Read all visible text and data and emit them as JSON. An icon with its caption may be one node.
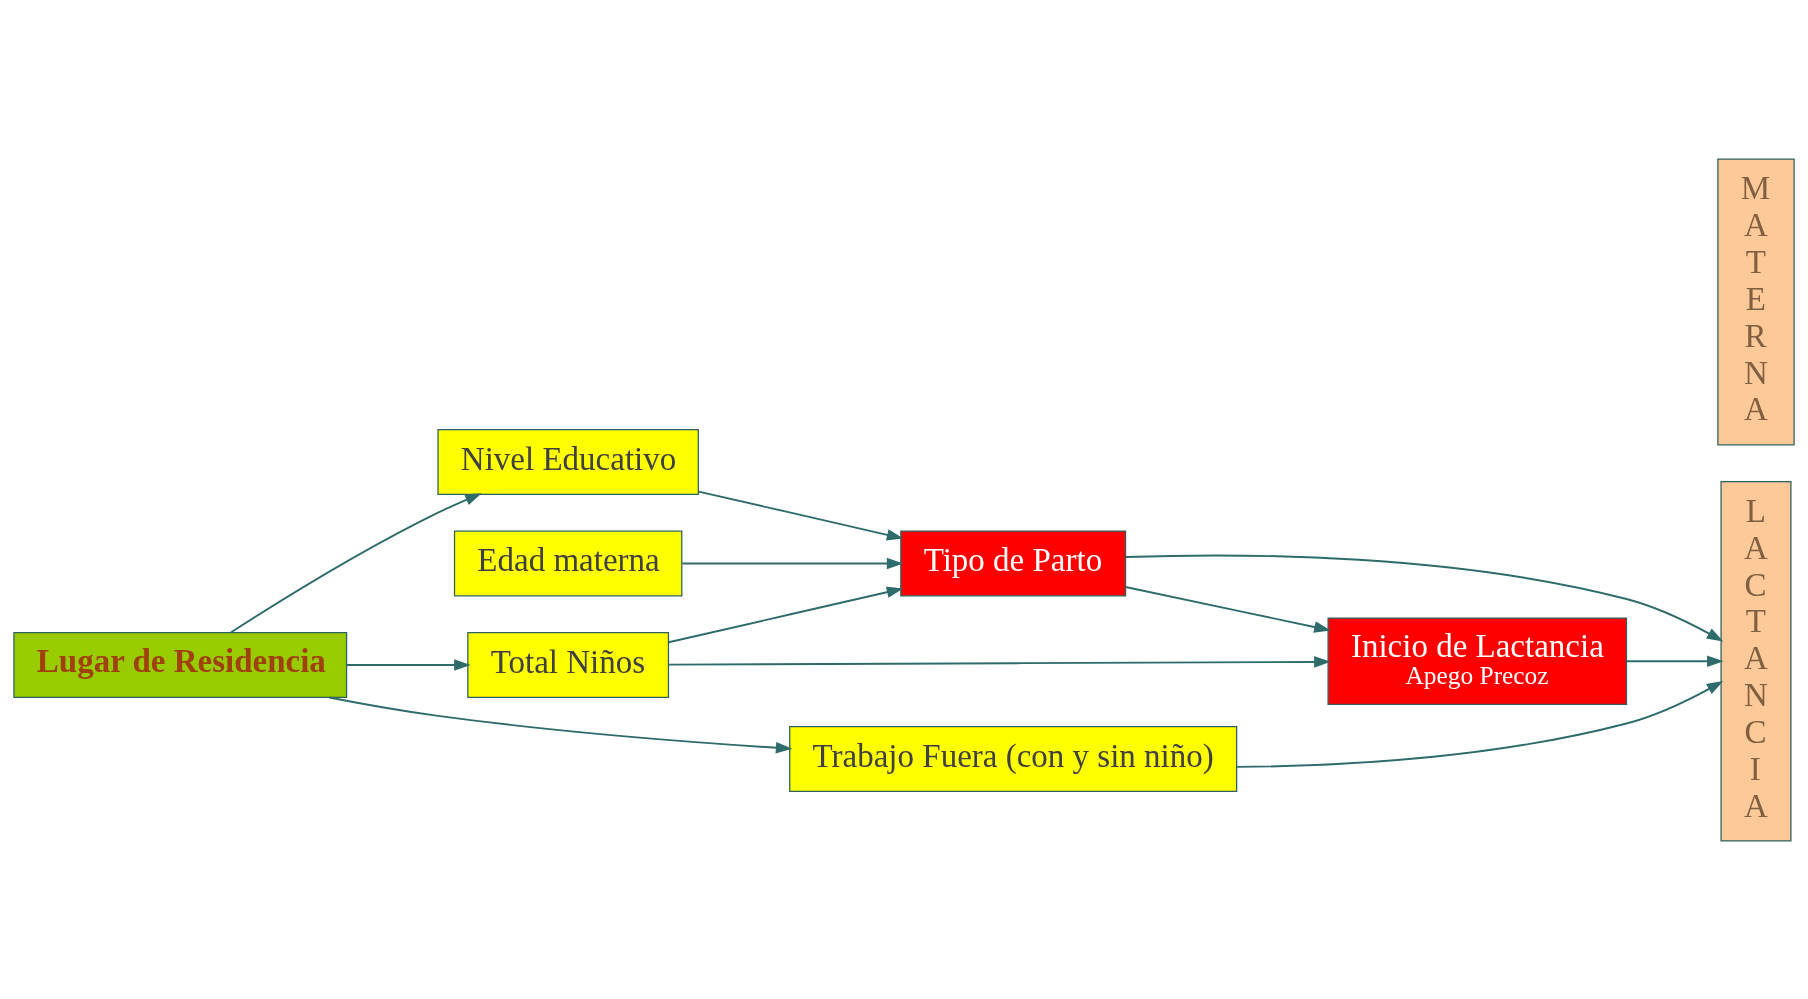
{
  "diagram": {
    "nodes": [
      {
        "text": [
          "Lugar de Residencia"
        ]
      },
      {
        "text": [
          "Nivel Educativo"
        ]
      },
      {
        "text": [
          "Edad materna"
        ]
      },
      {
        "text": [
          "Tipo de Parto"
        ]
      },
      {
        "text": [
          "Total Niños"
        ]
      },
      {
        "text": [
          "Inicio de Lactancia",
          "Apego Precoz"
        ]
      },
      {
        "text": [
          "Trabajo Fuera (con y sin niño)"
        ]
      },
      {
        "text": [
          "L A C T A N C I A"
        ]
      },
      {
        "text": [
          "M A T E R N A"
        ]
      }
    ],
    "edges": [
      {
        "from": 0,
        "to": 1,
        "arrow": "to"
      },
      {
        "from": 0,
        "to": 4,
        "arrow": "to"
      },
      {
        "from": 0,
        "to": 6,
        "arrow": "to"
      },
      {
        "from": 1,
        "to": 3,
        "arrow": "to"
      },
      {
        "from": 2,
        "to": 3,
        "arrow": "to"
      },
      {
        "from": 4,
        "to": 3,
        "arrow": "to"
      },
      {
        "from": 4,
        "to": 5,
        "arrow": "to"
      },
      {
        "from": 3,
        "to": 5,
        "arrow": "to"
      },
      {
        "from": 3,
        "to": 7,
        "arrow": "to"
      },
      {
        "from": 5,
        "to": 7,
        "arrow": "to"
      },
      {
        "from": 6,
        "to": 7,
        "arrow": "to"
      }
    ]
  }
}
